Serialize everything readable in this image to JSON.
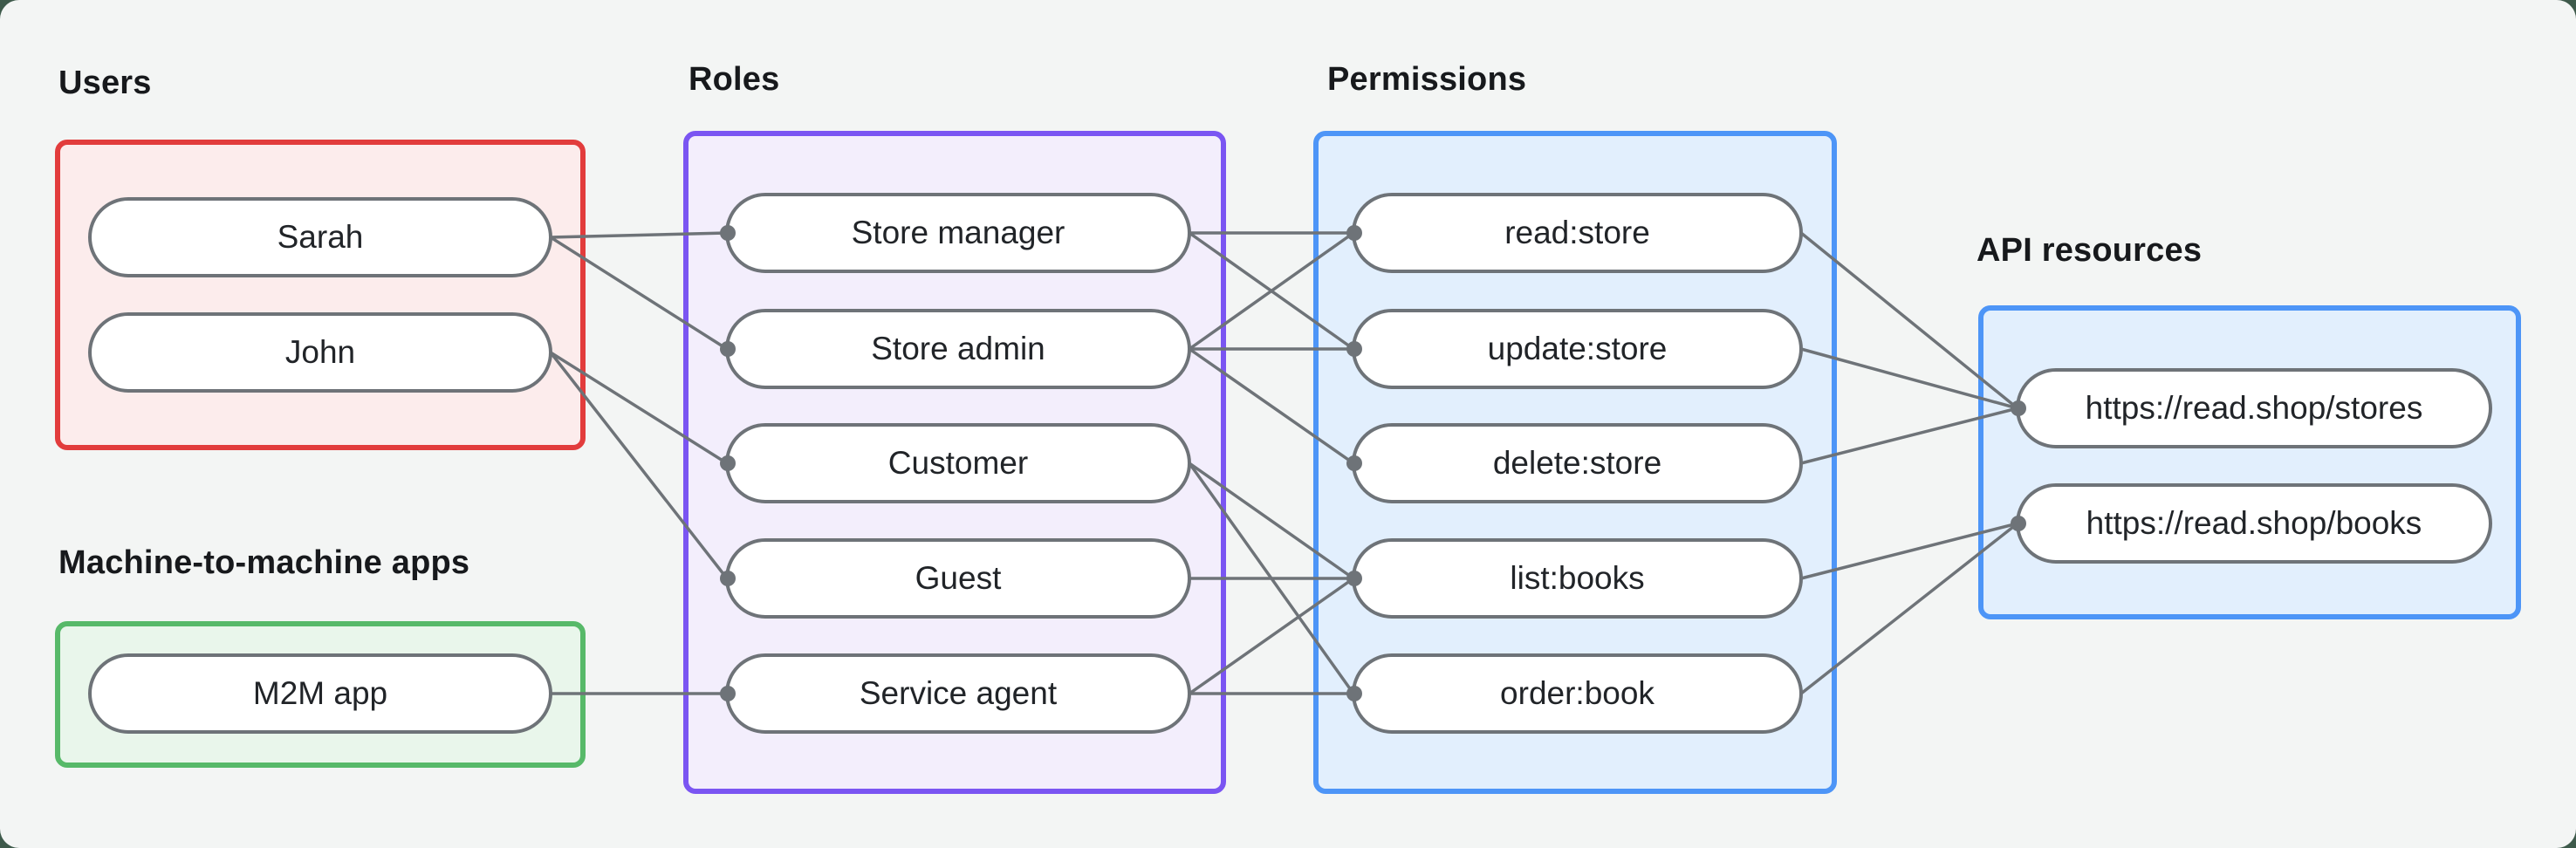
{
  "diagram": {
    "background": "#f3f5f4",
    "backdrop": "#3e5a4b",
    "line_color": "#6e7378",
    "node_border_color": "#6e7378",
    "node_fill": "#ffffff",
    "label_color": "#17191c",
    "node_text_color": "#212428"
  },
  "groups": [
    {
      "id": "users",
      "label": "Users",
      "border_color": "#e23c3c",
      "fill_color": "#fcecec",
      "nodes": [
        "Sarah",
        "John"
      ]
    },
    {
      "id": "m2m",
      "label": "Machine-to-machine apps",
      "border_color": "#57b969",
      "fill_color": "#e9f6eb",
      "nodes": [
        "M2M app"
      ]
    },
    {
      "id": "roles",
      "label": "Roles",
      "border_color": "#7a55f2",
      "fill_color": "#f3eefc",
      "nodes": [
        "Store manager",
        "Store admin",
        "Customer",
        "Guest",
        "Service agent"
      ]
    },
    {
      "id": "permissions",
      "label": "Permissions",
      "border_color": "#4d95f7",
      "fill_color": "#e2effd",
      "nodes": [
        "read:store",
        "update:store",
        "delete:store",
        "list:books",
        "order:book"
      ]
    },
    {
      "id": "api_resources",
      "label": "API resources",
      "border_color": "#4d95f7",
      "fill_color": "#e2effd",
      "nodes": [
        "https://read.shop/stores",
        "https://read.shop/books"
      ]
    }
  ],
  "edges": [
    [
      "Sarah",
      "Store manager"
    ],
    [
      "Sarah",
      "Store admin"
    ],
    [
      "John",
      "Customer"
    ],
    [
      "John",
      "Guest"
    ],
    [
      "M2M app",
      "Service agent"
    ],
    [
      "Store manager",
      "read:store"
    ],
    [
      "Store manager",
      "update:store"
    ],
    [
      "Store admin",
      "read:store"
    ],
    [
      "Store admin",
      "update:store"
    ],
    [
      "Store admin",
      "delete:store"
    ],
    [
      "Customer",
      "list:books"
    ],
    [
      "Customer",
      "order:book"
    ],
    [
      "Guest",
      "list:books"
    ],
    [
      "Service agent",
      "list:books"
    ],
    [
      "Service agent",
      "order:book"
    ],
    [
      "read:store",
      "https://read.shop/stores"
    ],
    [
      "update:store",
      "https://read.shop/stores"
    ],
    [
      "delete:store",
      "https://read.shop/stores"
    ],
    [
      "list:books",
      "https://read.shop/books"
    ],
    [
      "order:book",
      "https://read.shop/books"
    ]
  ]
}
